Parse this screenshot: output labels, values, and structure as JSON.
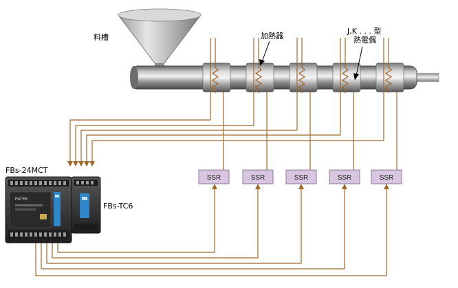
{
  "labels": {
    "hopper": "料槽",
    "heater": "加熱器",
    "thermocouple_line1": "J,K . . . 型",
    "thermocouple_line2": "熱電偶",
    "plc_model": "FBs-24MCT",
    "module_model": "FBs-TC6",
    "brand": "FATEK"
  },
  "ssr_units": [
    {
      "label": "SSR"
    },
    {
      "label": "SSR"
    },
    {
      "label": "SSR"
    },
    {
      "label": "SSR"
    },
    {
      "label": "SSR"
    }
  ],
  "colors": {
    "wire": "#a0682a",
    "ssr_fill": "#d8c6e0",
    "ssr_stroke": "#8c7a99",
    "barrel": "#8a8a8a",
    "plc_body": "#3a3a3a",
    "module_accent": "#2f86c9"
  }
}
